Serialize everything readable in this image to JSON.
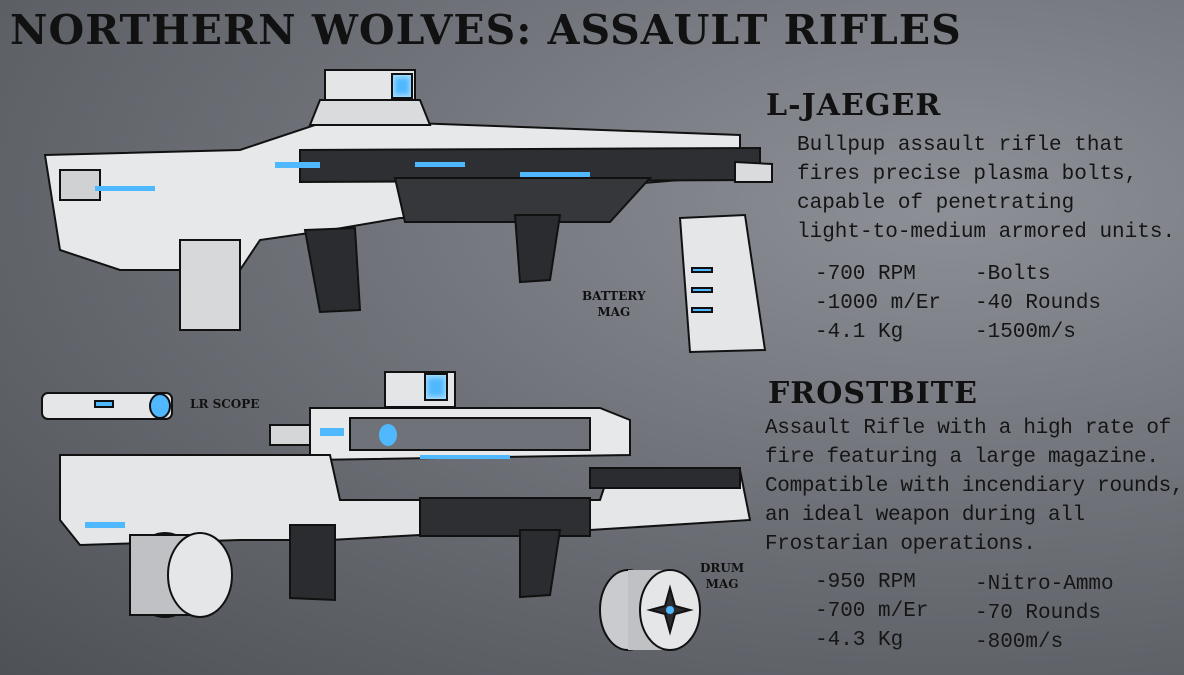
{
  "title": "NORTHERN WOLVES: ASSAULT RIFLES",
  "weapons": [
    {
      "name": "L-JAEGER",
      "description": [
        "Bullpup assault rifle that",
        "fires precise plasma bolts,",
        "capable of penetrating",
        "light-to-medium armored units."
      ],
      "stats_left": [
        "-700 RPM",
        "-1000 m/Er",
        "-4.1 Kg"
      ],
      "stats_right": [
        "-Bolts",
        "-40 Rounds",
        "-1500m/s"
      ]
    },
    {
      "name": "FROSTBITE",
      "description": [
        "Assault Rifle with a high rate of",
        "fire featuring a large magazine.",
        "Compatible with incendiary rounds,",
        "an ideal weapon during all",
        "Frostarian operations."
      ],
      "stats_left": [
        "-950 RPM",
        "-700 m/Er",
        "-4.3 Kg"
      ],
      "stats_right": [
        "-Nitro-Ammo",
        "-70 Rounds",
        "-800m/s"
      ]
    }
  ],
  "labels": {
    "battery_mag": [
      "BATTERY",
      "MAG"
    ],
    "lr_scope": "LR SCOPE",
    "drum_mag": [
      "DRUM",
      "MAG"
    ]
  },
  "colors": {
    "glow": "#4fb8ff",
    "body": "#e8eaec",
    "dark": "#2a2c30"
  }
}
